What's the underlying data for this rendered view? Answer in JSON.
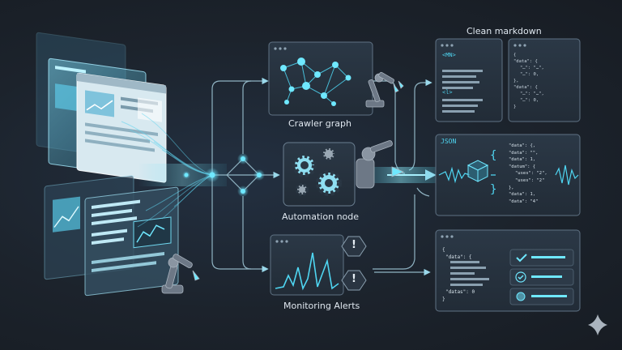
{
  "labels": {
    "clean_markdown": "Clean markdown",
    "crawler_graph": "Crawler graph",
    "automation_node": "Automation node",
    "monitoring_alerts": "Monitoring Alerts"
  },
  "markdown_panel": {
    "tag": "<MN>",
    "tag2": "<l>",
    "code_lines": [
      "{",
      "\"data\": {",
      "\"…\": \"…\",",
      "\"…\": 0,",
      "},",
      "\"data\": {",
      "\"…\": \"…\",",
      "\"…\": 0,",
      "}"
    ]
  },
  "json_panel": {
    "title": "JSON",
    "brace_open": "{",
    "brace_close": "}",
    "lines": [
      "\"data\": {,",
      "\"data\": \"\",",
      "\"data\": 1,",
      "\"datum\": {",
      "\"uses\": \"2\",",
      "\"uses\": \"2\"",
      "},",
      "\"data\": 1,",
      "\"data\": \"4\""
    ]
  },
  "output_panel": {
    "code_lines": [
      "{",
      "\"data\": {",
      "\"datas\": 0",
      "}"
    ]
  },
  "alert_symbol": "!",
  "colors": {
    "accent": "#4fd6f2",
    "panel": "#263240",
    "panel_border": "#566879",
    "background": "#1c232c"
  },
  "icons": [
    "gear-icon",
    "robot-arm-icon",
    "alert-icon",
    "check-icon",
    "network-graph-icon",
    "cube-icon"
  ]
}
